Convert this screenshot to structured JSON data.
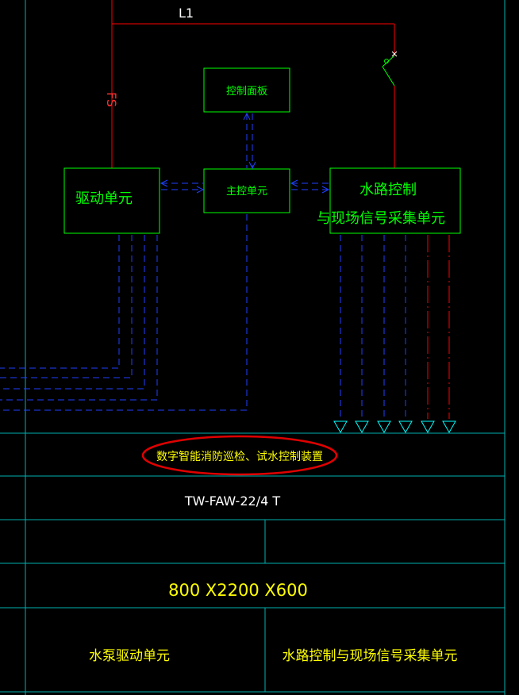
{
  "diagram": {
    "line_label": "L1",
    "fs_label": "FS",
    "blocks": {
      "control_panel": "控制面板",
      "main_control": "主控单元",
      "drive_unit": "驱动单元",
      "water_control_line1": "水路控制",
      "water_control_line2": "与现场信号采集单元"
    }
  },
  "title_block": {
    "device_name": "数字智能消防巡检、试水控制装置",
    "model": "TW-FAW-22/4 T",
    "dimensions": "800 X2200 X600",
    "left_unit": "水泵驱动单元",
    "right_unit": "水路控制与现场信号采集单元"
  },
  "colors": {
    "background": "#000000",
    "block_border": "#00ff00",
    "block_text": "#00ff00",
    "signal_line": "#0000ff",
    "power_line": "#ff0000",
    "frame_line": "#00b0b0",
    "label_text": "#ffffff",
    "title_text": "#ffff00",
    "highlight_ellipse": "#e00000"
  }
}
